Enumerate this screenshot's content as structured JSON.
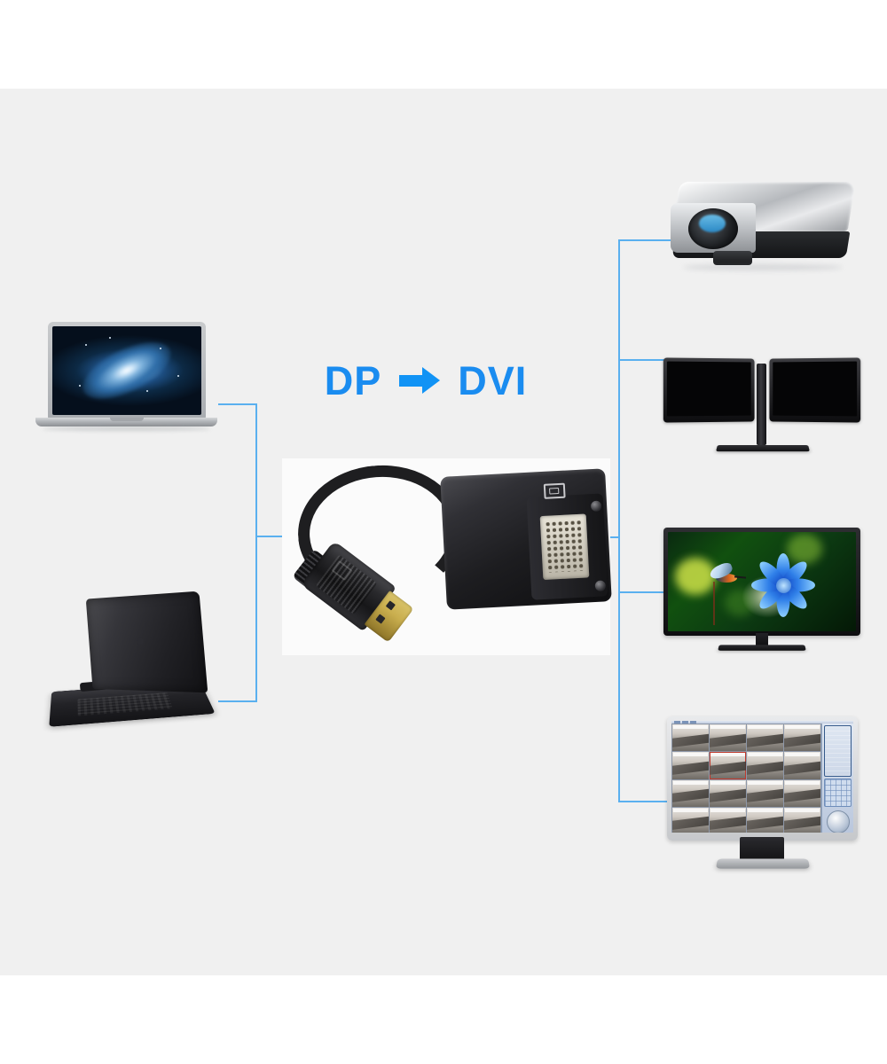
{
  "page": {
    "background_color": "#ffffff",
    "content_background_color": "#f0f0f0",
    "accent_color": "#5ab0ef",
    "label_color": "#1a8cf0"
  },
  "label": {
    "source": "DP",
    "arrow": "arrow-right",
    "target": "DVI"
  },
  "product": {
    "name": "DisplayPort to DVI adapter",
    "input_connector": "DisplayPort male",
    "output_connector": "DVI female"
  },
  "sources": [
    {
      "id": "macbook",
      "name": "Silver laptop",
      "screen": "blue galaxy wallpaper"
    },
    {
      "id": "black-laptop",
      "name": "Black laptop",
      "screen": "rear view, lid open"
    }
  ],
  "outputs": [
    {
      "id": "projector",
      "name": "Projector",
      "screen": "silver body with blue lens"
    },
    {
      "id": "dual-monitor",
      "name": "Dual monitors",
      "screen": "black screens on shared stand"
    },
    {
      "id": "tv",
      "name": "Flat-screen TV",
      "screen": "hummingbird and blue flower"
    },
    {
      "id": "cctv-monitor",
      "name": "CCTV surveillance monitor",
      "screen": "16-channel DVR grid"
    }
  ]
}
